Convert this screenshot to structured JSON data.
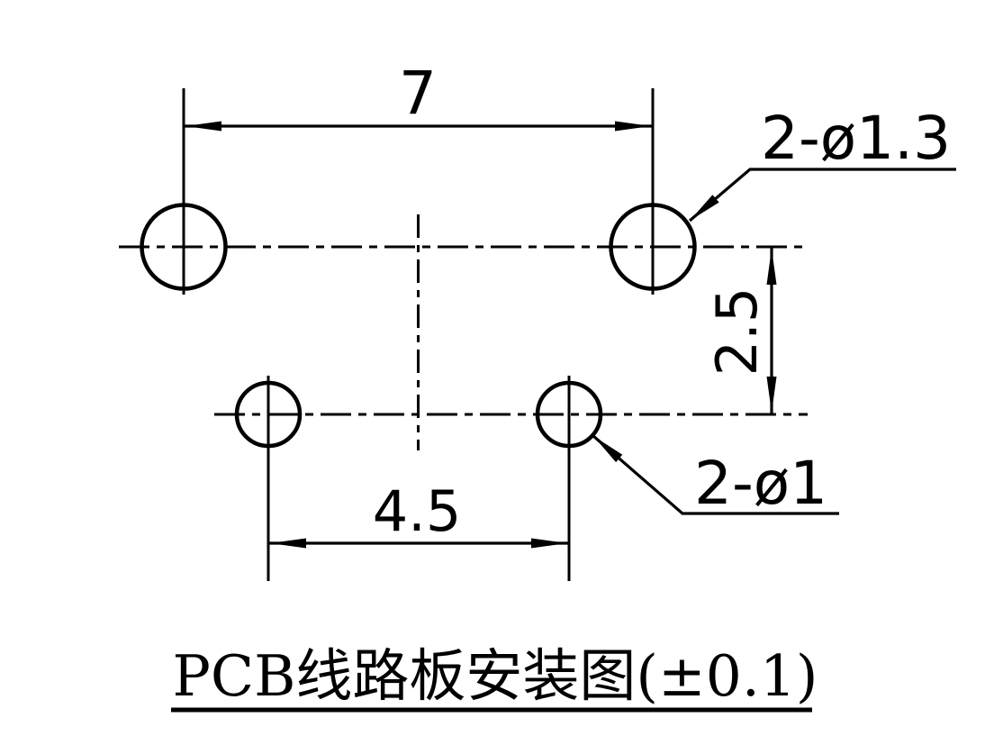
{
  "drawing": {
    "title": "PCB线路板安装图(±0.1)",
    "labels": {
      "dim_top": "7",
      "dim_bottom": "4.5",
      "dim_vertical": "2.5",
      "holes_large": "2-ø1.3",
      "holes_small": "2-ø1"
    },
    "holes": {
      "large": {
        "count": 2,
        "diameter": 1.3,
        "horizontal_pitch": 7
      },
      "small": {
        "count": 2,
        "diameter": 1.0,
        "horizontal_pitch": 4.5
      },
      "row_pitch": 2.5,
      "tolerance": "±0.1"
    },
    "colors": {
      "line": "#000000",
      "background": "#ffffff"
    }
  }
}
